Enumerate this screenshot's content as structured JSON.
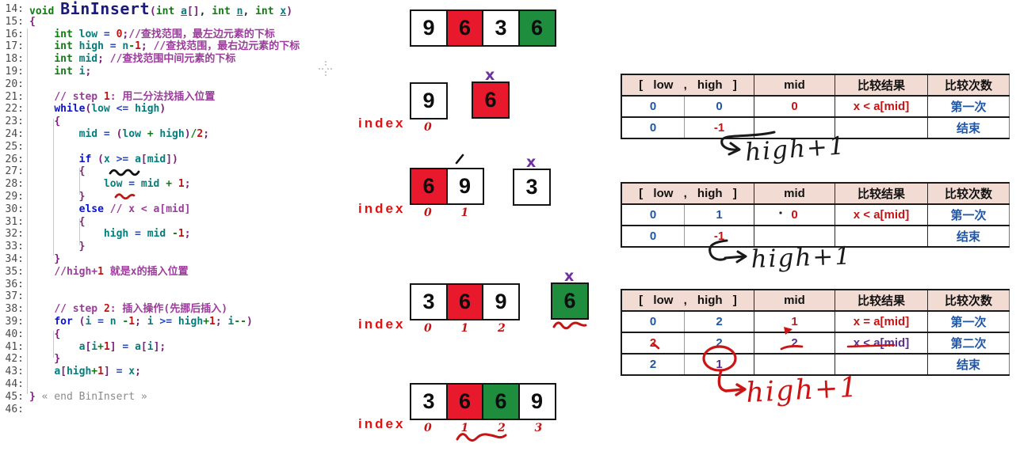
{
  "palette": {
    "cell_red": "#e8192c",
    "cell_green": "#1e8e3e",
    "x_mark_purple": "#7030a0",
    "index_red": "#e01212",
    "table_header_bg": "#f2dbd2",
    "value_blue": "#1f56a6",
    "value_red": "#c41414",
    "value_purple": "#5b2d8e",
    "value_darkred": "#a12a2a",
    "pen_black": "#1a1a1a",
    "pen_red": "#cc1414",
    "code_keyword": "#0a12d2",
    "code_type": "#0e7d0e",
    "code_ident": "#067d7d",
    "code_number": "#c21111",
    "code_comment": "#9b3d9b",
    "code_brace": "#7a1f7a",
    "code_fname": "#1a1a7a"
  },
  "editor": {
    "lines": [
      {
        "n": "14",
        "s": [
          [
            "void ",
            "t"
          ],
          [
            "BinInsert",
            "f"
          ],
          [
            "(",
            "b"
          ],
          [
            "int ",
            "t"
          ],
          [
            "a",
            "u"
          ],
          [
            "[]",
            "b"
          ],
          [
            ", ",
            "p"
          ],
          [
            "int ",
            "t"
          ],
          [
            "n",
            "u"
          ],
          [
            ", ",
            "p"
          ],
          [
            "int ",
            "t"
          ],
          [
            "x",
            "u"
          ],
          [
            ")",
            "b"
          ]
        ]
      },
      {
        "n": "15",
        "s": [
          [
            "{",
            "b"
          ]
        ]
      },
      {
        "n": "16",
        "s": [
          [
            "    ",
            "p"
          ],
          [
            "int ",
            "t"
          ],
          [
            "low",
            "i"
          ],
          [
            " = ",
            "ob"
          ],
          [
            "0",
            "n"
          ],
          [
            ";",
            "b"
          ],
          [
            "//查找范围，最左边元素的下标",
            "c"
          ]
        ]
      },
      {
        "n": "17",
        "s": [
          [
            "    ",
            "p"
          ],
          [
            "int ",
            "t"
          ],
          [
            "high",
            "i"
          ],
          [
            " = ",
            "ob"
          ],
          [
            "n",
            "i"
          ],
          [
            "-",
            "og"
          ],
          [
            "1",
            "n"
          ],
          [
            "; ",
            "b"
          ],
          [
            "//查找范围，最右边元素的下标",
            "c"
          ]
        ]
      },
      {
        "n": "18",
        "s": [
          [
            "    ",
            "p"
          ],
          [
            "int ",
            "t"
          ],
          [
            "mid",
            "i"
          ],
          [
            "; ",
            "b"
          ],
          [
            "//查找范围中间元素的下标",
            "c"
          ]
        ]
      },
      {
        "n": "19",
        "s": [
          [
            "    ",
            "p"
          ],
          [
            "int ",
            "t"
          ],
          [
            "i",
            "i"
          ],
          [
            ";",
            "b"
          ]
        ]
      },
      {
        "n": "20",
        "s": []
      },
      {
        "n": "21",
        "s": [
          [
            "    ",
            "p"
          ],
          [
            "// step ",
            "c"
          ],
          [
            "1",
            "n"
          ],
          [
            ": 用二分法找插入位置",
            "c"
          ]
        ]
      },
      {
        "n": "22",
        "s": [
          [
            "    ",
            "p"
          ],
          [
            "while",
            "k"
          ],
          [
            "(",
            "b"
          ],
          [
            "low",
            "i"
          ],
          [
            " <= ",
            "ob"
          ],
          [
            "high",
            "i"
          ],
          [
            ")",
            "b"
          ]
        ]
      },
      {
        "n": "23",
        "s": [
          [
            "    ",
            "p"
          ],
          [
            "{",
            "b"
          ]
        ]
      },
      {
        "n": "24",
        "s": [
          [
            "        ",
            "p"
          ],
          [
            "mid",
            "i"
          ],
          [
            " = ",
            "ob"
          ],
          [
            "(",
            "b"
          ],
          [
            "low",
            "i"
          ],
          [
            " + ",
            "og"
          ],
          [
            "high",
            "i"
          ],
          [
            ")",
            "b"
          ],
          [
            "/",
            "og"
          ],
          [
            "2",
            "n"
          ],
          [
            ";",
            "b"
          ]
        ]
      },
      {
        "n": "25",
        "s": []
      },
      {
        "n": "26",
        "s": [
          [
            "        ",
            "p"
          ],
          [
            "if",
            "k"
          ],
          [
            " (",
            "b"
          ],
          [
            "x",
            "i"
          ],
          [
            " >= ",
            "ob"
          ],
          [
            "a",
            "i"
          ],
          [
            "[",
            "b"
          ],
          [
            "mid",
            "i"
          ],
          [
            "])",
            "b"
          ]
        ]
      },
      {
        "n": "27",
        "s": [
          [
            "        ",
            "p"
          ],
          [
            "{",
            "b"
          ]
        ]
      },
      {
        "n": "28",
        "s": [
          [
            "            ",
            "p"
          ],
          [
            "low",
            "i"
          ],
          [
            " = ",
            "ob"
          ],
          [
            "mid",
            "i"
          ],
          [
            " + ",
            "og"
          ],
          [
            "1",
            "n"
          ],
          [
            ";",
            "b"
          ]
        ]
      },
      {
        "n": "29",
        "s": [
          [
            "        ",
            "p"
          ],
          [
            "}",
            "b"
          ]
        ]
      },
      {
        "n": "30",
        "s": [
          [
            "        ",
            "p"
          ],
          [
            "else ",
            "k"
          ],
          [
            "// x < a[mid]",
            "c"
          ]
        ]
      },
      {
        "n": "31",
        "s": [
          [
            "        ",
            "p"
          ],
          [
            "{",
            "b"
          ]
        ]
      },
      {
        "n": "32",
        "s": [
          [
            "            ",
            "p"
          ],
          [
            "high",
            "i"
          ],
          [
            " = ",
            "ob"
          ],
          [
            "mid",
            "i"
          ],
          [
            " -",
            "og"
          ],
          [
            "1",
            "n"
          ],
          [
            ";",
            "b"
          ]
        ]
      },
      {
        "n": "33",
        "s": [
          [
            "        ",
            "p"
          ],
          [
            "}",
            "b"
          ]
        ]
      },
      {
        "n": "34",
        "s": [
          [
            "    ",
            "p"
          ],
          [
            "}",
            "b"
          ]
        ]
      },
      {
        "n": "35",
        "s": [
          [
            "    ",
            "p"
          ],
          [
            "//high+",
            "c"
          ],
          [
            "1",
            "n"
          ],
          [
            " 就是x的插入位置",
            "c"
          ]
        ]
      },
      {
        "n": "36",
        "s": []
      },
      {
        "n": "37",
        "s": []
      },
      {
        "n": "38",
        "s": [
          [
            "    ",
            "p"
          ],
          [
            "// step ",
            "c"
          ],
          [
            "2",
            "n"
          ],
          [
            ": 插入操作(先挪后插入)",
            "c"
          ]
        ]
      },
      {
        "n": "39",
        "s": [
          [
            "    ",
            "p"
          ],
          [
            "for",
            "k"
          ],
          [
            " (",
            "b"
          ],
          [
            "i",
            "i"
          ],
          [
            " = ",
            "ob"
          ],
          [
            "n",
            "i"
          ],
          [
            " -",
            "og"
          ],
          [
            "1",
            "n"
          ],
          [
            "; ",
            "b"
          ],
          [
            "i",
            "i"
          ],
          [
            " >= ",
            "ob"
          ],
          [
            "high",
            "i"
          ],
          [
            "+",
            "og"
          ],
          [
            "1",
            "n"
          ],
          [
            "; ",
            "b"
          ],
          [
            "i",
            "i"
          ],
          [
            "--",
            "og"
          ],
          [
            ")",
            "b"
          ]
        ]
      },
      {
        "n": "40",
        "s": [
          [
            "    ",
            "p"
          ],
          [
            "{",
            "b"
          ]
        ]
      },
      {
        "n": "41",
        "s": [
          [
            "        ",
            "p"
          ],
          [
            "a",
            "i"
          ],
          [
            "[",
            "b"
          ],
          [
            "i",
            "i"
          ],
          [
            "+",
            "og"
          ],
          [
            "1",
            "n"
          ],
          [
            "]",
            "b"
          ],
          [
            " = ",
            "ob"
          ],
          [
            "a",
            "i"
          ],
          [
            "[",
            "b"
          ],
          [
            "i",
            "i"
          ],
          [
            "]",
            "b"
          ],
          [
            ";",
            "b"
          ]
        ]
      },
      {
        "n": "42",
        "s": [
          [
            "    ",
            "p"
          ],
          [
            "}",
            "b"
          ]
        ]
      },
      {
        "n": "43",
        "s": [
          [
            "    ",
            "p"
          ],
          [
            "a",
            "i"
          ],
          [
            "[",
            "b"
          ],
          [
            "high",
            "i"
          ],
          [
            "+",
            "og"
          ],
          [
            "1",
            "n"
          ],
          [
            "]",
            "b"
          ],
          [
            " = ",
            "ob"
          ],
          [
            "x",
            "i"
          ],
          [
            ";",
            "b"
          ]
        ]
      },
      {
        "n": "44",
        "s": []
      },
      {
        "n": "45",
        "s": [
          [
            "} ",
            "b"
          ],
          [
            "« end BinInsert »",
            "g"
          ]
        ]
      },
      {
        "n": "46",
        "s": []
      }
    ]
  },
  "diagram": {
    "index_label_text": "index",
    "x_mark_text": "x",
    "groups": [
      {
        "cells": [
          {
            "v": "9",
            "bg": "white"
          },
          {
            "v": "6",
            "bg": "red"
          },
          {
            "v": "3",
            "bg": "white"
          },
          {
            "v": "6",
            "bg": "green"
          }
        ]
      },
      {
        "cells": [
          {
            "v": "9",
            "bg": "white"
          }
        ],
        "digits": [
          "0"
        ],
        "index_label": true,
        "extra": {
          "v": "6",
          "bg": "red"
        },
        "xmark": true
      },
      {
        "cells": [
          {
            "v": "6",
            "bg": "red"
          },
          {
            "v": "9",
            "bg": "white"
          }
        ],
        "digits": [
          "0",
          "1"
        ],
        "index_label": true,
        "extra": {
          "v": "3",
          "bg": "white"
        },
        "xmark": true
      },
      {
        "cells": [
          {
            "v": "3",
            "bg": "white"
          },
          {
            "v": "6",
            "bg": "red"
          },
          {
            "v": "9",
            "bg": "white"
          }
        ],
        "digits": [
          "0",
          "1",
          "2"
        ],
        "index_label": true,
        "extra": {
          "v": "6",
          "bg": "green"
        },
        "xmark": true
      },
      {
        "cells": [
          {
            "v": "3",
            "bg": "white"
          },
          {
            "v": "6",
            "bg": "red"
          },
          {
            "v": "6",
            "bg": "green"
          },
          {
            "v": "9",
            "bg": "white"
          }
        ],
        "digits": [
          "0",
          "1",
          "2",
          "3"
        ],
        "index_label": true
      }
    ]
  },
  "tables": {
    "header": [
      "[ low , high ]",
      "mid",
      "比较结果",
      "比较次数"
    ],
    "items": [
      {
        "rows": [
          [
            {
              "t": "0",
              "c": "blue"
            },
            {
              "t": "0",
              "c": "blue"
            },
            {
              "t": "0",
              "c": "red"
            },
            {
              "t": "x < a[mid]",
              "c": "red"
            },
            {
              "t": "第一次",
              "c": "blue"
            }
          ],
          [
            {
              "t": "0",
              "c": "blue"
            },
            {
              "t": "-1",
              "c": "red"
            },
            {
              "t": ""
            },
            {
              "t": ""
            },
            {
              "t": "结束",
              "c": "blue"
            }
          ]
        ]
      },
      {
        "rows": [
          [
            {
              "t": "0",
              "c": "blue"
            },
            {
              "t": "1",
              "c": "blue"
            },
            {
              "t": "0",
              "c": "red"
            },
            {
              "t": "x < a[mid]",
              "c": "red"
            },
            {
              "t": "第一次",
              "c": "blue"
            }
          ],
          [
            {
              "t": "0",
              "c": "blue"
            },
            {
              "t": "-1",
              "c": "red"
            },
            {
              "t": ""
            },
            {
              "t": ""
            },
            {
              "t": "结束",
              "c": "blue"
            }
          ]
        ]
      },
      {
        "rows": [
          [
            {
              "t": "0",
              "c": "blue"
            },
            {
              "t": "2",
              "c": "blue"
            },
            {
              "t": "1",
              "c": "darkred"
            },
            {
              "t": "x = a[mid]",
              "c": "red"
            },
            {
              "t": "第一次",
              "c": "blue"
            }
          ],
          [
            {
              "t": "2",
              "c": "red"
            },
            {
              "t": "2",
              "c": "blue"
            },
            {
              "t": "2",
              "c": "purple"
            },
            {
              "t": "x < a[mid]",
              "c": "purple"
            },
            {
              "t": "第二次",
              "c": "blue"
            }
          ],
          [
            {
              "t": "2",
              "c": "blue"
            },
            {
              "t": "1",
              "c": "purple"
            },
            {
              "t": ""
            },
            {
              "t": ""
            },
            {
              "t": "结束",
              "c": "blue"
            }
          ]
        ]
      }
    ]
  },
  "annotations": {
    "note1": {
      "text": "high+1"
    },
    "note2": {
      "text": "high+1"
    },
    "note3": {
      "text": "high+1"
    }
  }
}
